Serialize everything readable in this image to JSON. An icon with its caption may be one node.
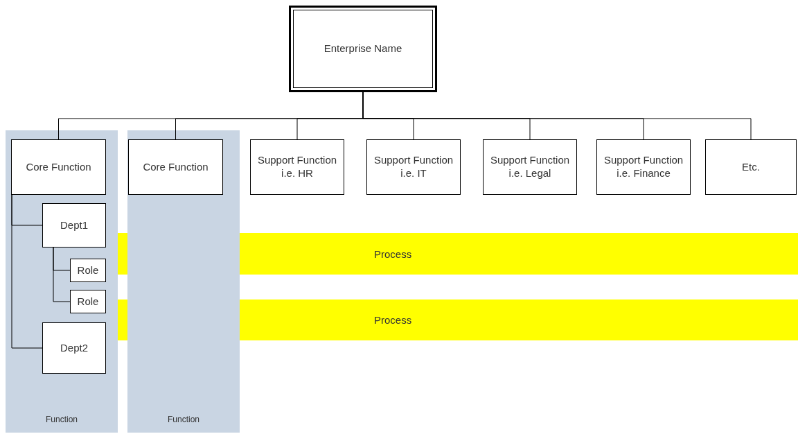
{
  "diagram": {
    "nodes": [
      {
        "text": [
          "Enterprise Name"
        ]
      },
      {
        "text": [
          "Function"
        ]
      },
      {
        "text": [
          "Core Function"
        ],
        "in": 1
      },
      {
        "text": [
          "Dept1"
        ],
        "in": 1
      },
      {
        "text": [
          "Role"
        ],
        "in": 1
      },
      {
        "text": [
          "Role"
        ],
        "in": 1
      },
      {
        "text": [
          "Dept2"
        ],
        "in": 1
      },
      {
        "text": [
          "Function"
        ]
      },
      {
        "text": [
          "Core Function"
        ],
        "in": 7
      },
      {
        "text": [
          "Support Function i.e. HR"
        ]
      },
      {
        "text": [
          "Support Function i.e. IT"
        ]
      },
      {
        "text": [
          "Support Function i.e. Legal"
        ]
      },
      {
        "text": [
          "Support Function i.e. Finance"
        ]
      },
      {
        "text": [
          "Etc."
        ]
      },
      {
        "text": [
          "Process"
        ]
      },
      {
        "text": [
          "Process"
        ]
      }
    ],
    "edges": [
      {
        "from": 0,
        "to": 2,
        "arrow": "none"
      },
      {
        "from": 0,
        "to": 8,
        "arrow": "none"
      },
      {
        "from": 0,
        "to": 9,
        "arrow": "none"
      },
      {
        "from": 0,
        "to": 10,
        "arrow": "none"
      },
      {
        "from": 0,
        "to": 11,
        "arrow": "none"
      },
      {
        "from": 0,
        "to": 12,
        "arrow": "none"
      },
      {
        "from": 0,
        "to": 13,
        "arrow": "none"
      },
      {
        "from": 2,
        "to": 3,
        "arrow": "none"
      },
      {
        "from": 2,
        "to": 6,
        "arrow": "none"
      },
      {
        "from": 3,
        "to": 4,
        "arrow": "none"
      },
      {
        "from": 3,
        "to": 5,
        "arrow": "none"
      }
    ]
  }
}
